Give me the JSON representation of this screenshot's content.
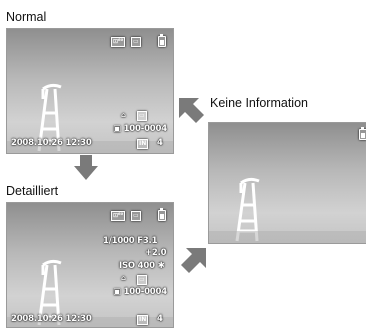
{
  "labels": {
    "normal": "Normal",
    "keine": "Keine Information",
    "detailliert": "Detailliert"
  },
  "screen_normal": {
    "top_icons": [
      "⊡⁶⁰",
      "▭"
    ],
    "file_no": "100-0004",
    "datetime": "2008.10.26  12:30",
    "memory": "IN",
    "frame": "4"
  },
  "screen_detail": {
    "top_icons": [
      "⊡⁶⁰",
      "▭"
    ],
    "shutter_aperture": "1/1000  F3.1",
    "exposure": "+2.0",
    "iso": "ISO 400",
    "file_no": "100-0004",
    "datetime": "2008.10.26  12:30",
    "memory": "IN",
    "frame": "4"
  },
  "colors": {
    "arrow": "#7a7a7a",
    "screen_border": "#9a9a9a"
  }
}
